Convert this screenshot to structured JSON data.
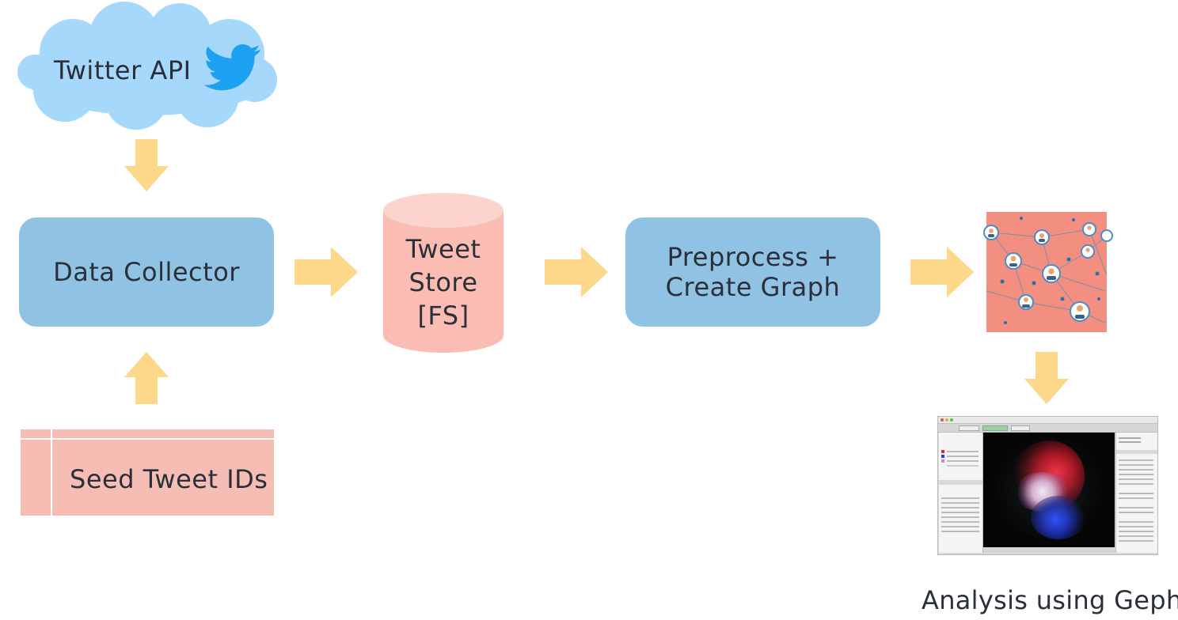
{
  "nodes": {
    "twitter_api": "Twitter API",
    "data_collector": "Data Collector",
    "seed_ids": "Seed Tweet IDs",
    "tweet_store": [
      "Tweet",
      "Store",
      "[FS]"
    ],
    "preprocess": [
      "Preprocess +",
      "Create Graph"
    ],
    "analysis_caption": "Analysis using Gephi"
  },
  "colors": {
    "cloud": "#a6d8fb",
    "blue_box": "#8fc2e3",
    "pink": "#f6bdb5",
    "arrow": "#fdd78a",
    "network_bg": "#f28f80",
    "twitter_bird": "#1da1f2"
  },
  "icons": [
    "twitter-bird-icon",
    "arrow-icon",
    "social-network-graph-image",
    "gephi-screenshot-image"
  ]
}
